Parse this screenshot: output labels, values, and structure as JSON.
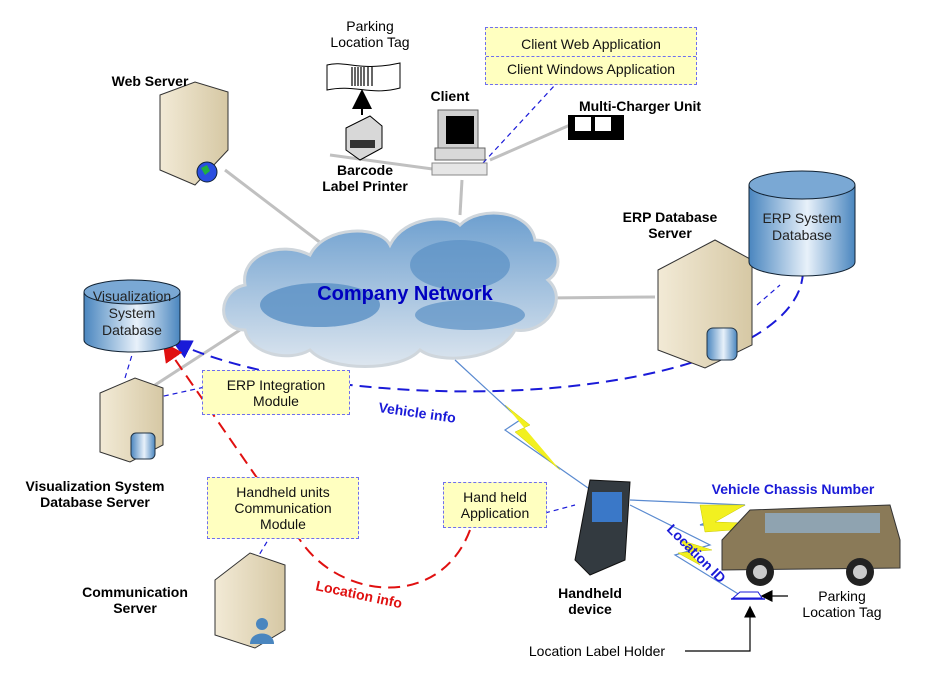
{
  "diagram": {
    "title": "Company Network",
    "nodes": {
      "web_server": "Web Server",
      "client": "Client",
      "barcode_printer": [
        "Barcode",
        "Label Printer"
      ],
      "parking_tag_top": [
        "Parking",
        "Location Tag"
      ],
      "multi_charger": "Multi-Charger Unit",
      "erp_db_server": [
        "ERP Database",
        "Server"
      ],
      "erp_system_db": [
        "ERP System",
        "Database"
      ],
      "vis_db": [
        "Visualization",
        "System",
        "Database"
      ],
      "vis_db_server": [
        "Visualization  System",
        "Database Server"
      ],
      "comm_server": [
        "Communication",
        "Server"
      ],
      "handheld_device": [
        "Handheld",
        "device"
      ],
      "parking_tag_bottom": [
        "Parking",
        "Location Tag"
      ],
      "location_label_holder": "Location Label Holder"
    },
    "modules": {
      "client_web_app": "Client Web Application",
      "client_windows_app": "Client Windows Application",
      "erp_integration": [
        "ERP Integration",
        "Module"
      ],
      "handheld_comm": [
        "Handheld units",
        "Communication",
        "Module"
      ],
      "handheld_app": [
        "Hand held",
        "Application"
      ]
    },
    "flows": {
      "vehicle_info": "Vehicle info",
      "location_info": "Location info",
      "vehicle_chassis": "Vehicle Chassis Number",
      "location_id": "Location ID"
    },
    "colors": {
      "network_line": "#c0c0c0",
      "dashed_blue": "#1a1ad8",
      "dashed_red": "#e01010",
      "module_fill": "#ffffc0",
      "cloud": "#6fa0cc",
      "title": "#0000c0"
    }
  }
}
